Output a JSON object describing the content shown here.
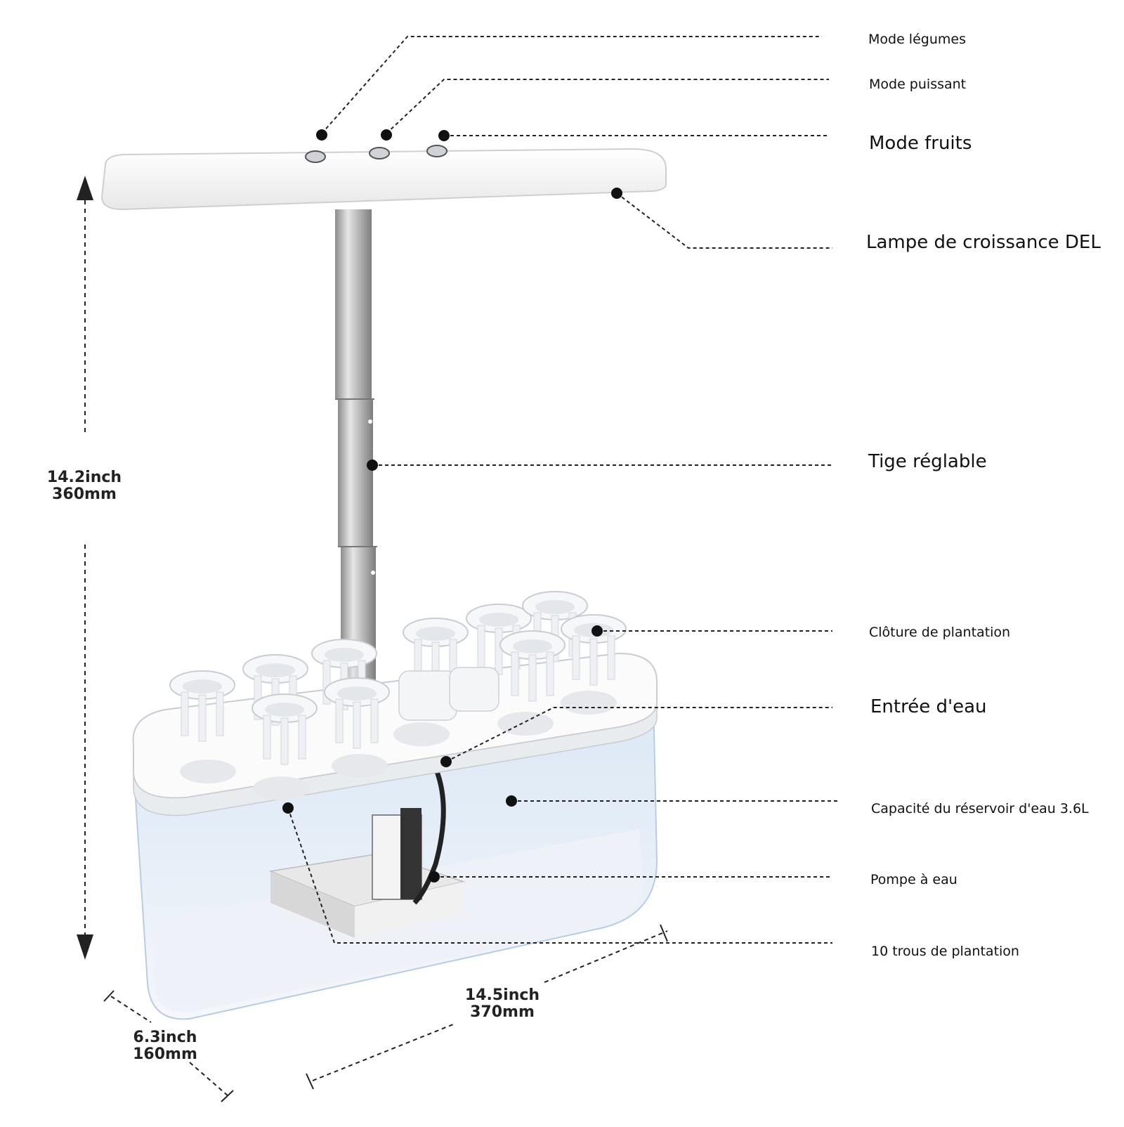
{
  "callouts": {
    "vegetables_mode": "Mode légumes",
    "powerful_mode": "Mode puissant",
    "fruit_mode": "Mode fruits",
    "led_lamp": "Lampe de croissance DEL",
    "adjustable_stem": "Tige réglable",
    "planting_fence": "Clôture de plantation",
    "water_inlet": "Entrée d'eau",
    "tank_capacity": "Capacité du réservoir d'eau 3.6L",
    "water_pump": "Pompe à eau",
    "planting_holes": "10 trous de plantation"
  },
  "dimensions": {
    "height_inch": "14.2inch",
    "height_mm": "360mm",
    "length_inch": "14.5inch",
    "length_mm": "370mm",
    "width_inch": "6.3inch",
    "width_mm": "160mm"
  }
}
